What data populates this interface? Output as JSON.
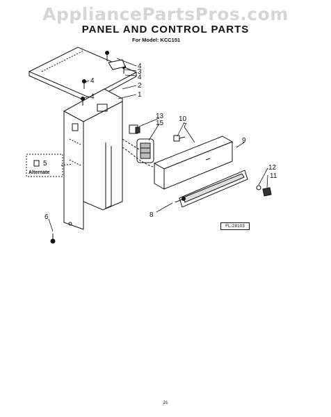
{
  "watermark": "AppliancePartsPros.com",
  "title": "PANEL AND CONTROL PARTS",
  "model_line": "For Model: KCC151",
  "callouts": {
    "c1": "1",
    "c2": "2",
    "c3": "3",
    "c4a": "4",
    "c4b": "4",
    "c4c": "4",
    "c4d": "4",
    "c5": "5",
    "c6": "6",
    "c7": "7",
    "c8": "8",
    "c9": "9",
    "c10": "10",
    "c11": "11",
    "c12": "12",
    "c13": "13",
    "c15": "15"
  },
  "alternate_label": "Alternate",
  "figure_ref": "FL-28103",
  "page_number": "31"
}
